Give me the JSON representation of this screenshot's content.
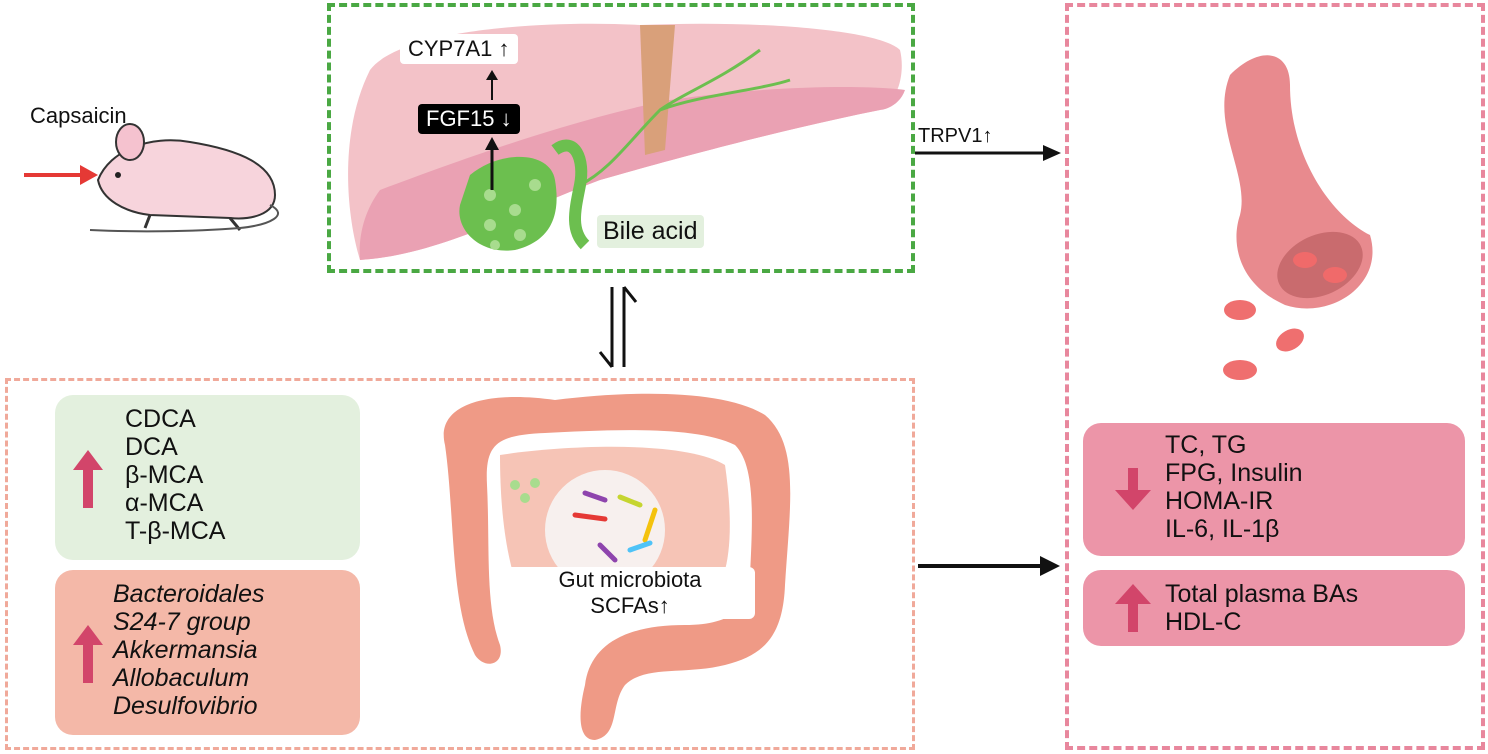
{
  "mouse_label": "Capsaicin",
  "liver": {
    "cyp7a1": "CYP7A1",
    "fgf15": "FGF15",
    "bile_acid": "Bile acid"
  },
  "trpv1": "TRPV1",
  "gut": {
    "microbiota": "Gut microbiota",
    "scfas": "SCFAs"
  },
  "bile_acids_up": [
    "CDCA",
    "DCA",
    "β-MCA",
    "α-MCA",
    "T-β-MCA"
  ],
  "bacteria_up": [
    "Bacteroidales",
    "S24-7 group",
    "Akkermansia",
    "Allobaculum",
    "Desulfovibrio"
  ],
  "decreased_markers": [
    "TC, TG",
    "FPG, Insulin",
    "HOMA-IR",
    "IL-6, IL-1β"
  ],
  "increased_markers": [
    "Total plasma BAs",
    "HDL-C"
  ],
  "colors": {
    "green_dash": "#4aa843",
    "pink_dash": "#e8879d",
    "salmon_dash": "#f0a99a",
    "marker_arrow": "#d2456a",
    "panel_pink": "#ec95a8",
    "panel_green": "#e3f0de",
    "panel_salmon": "#f4b8a8"
  }
}
